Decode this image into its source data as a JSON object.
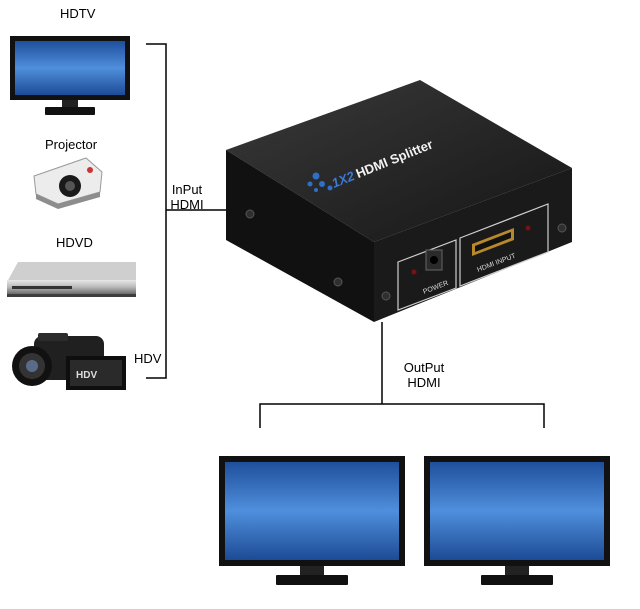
{
  "sources": {
    "hdtv": "HDTV",
    "projector": "Projector",
    "hdvd": "HDVD",
    "hdv": "HDV"
  },
  "input_label": [
    "InPut",
    "HDMI"
  ],
  "output_label": [
    "OutPut",
    "HDMI"
  ],
  "device": {
    "model_small": "1X2",
    "model_name": "HDMI Splitter",
    "power_label": "POWER",
    "port_label": "HDMI INPUT"
  },
  "colors": {
    "device_body": "#1c1c1c",
    "screen_blue": "#2f6fc6",
    "line": "#000000"
  },
  "icons": [
    "tv-icon",
    "projector-icon",
    "dvd-player-icon",
    "camcorder-icon",
    "monitor-icon"
  ]
}
